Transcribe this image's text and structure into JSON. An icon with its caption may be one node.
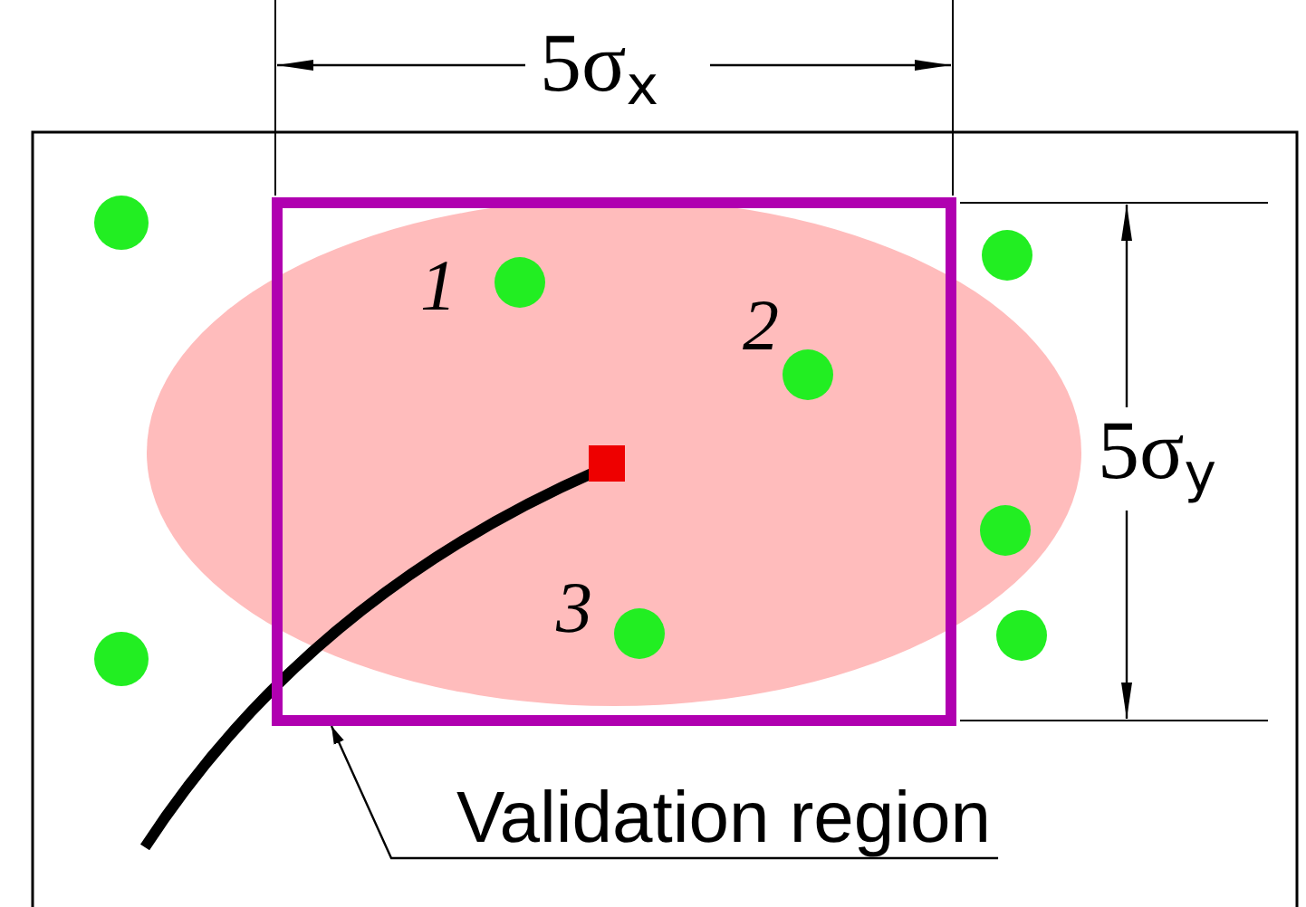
{
  "diagram": {
    "nodes": [
      {
        "text": [
          "Validation region"
        ]
      },
      {
        "text": [],
        "shape": "box"
      }
    ],
    "edges": [
      {
        "from": 0,
        "to": 1,
        "arrow": "to"
      }
    ],
    "labels": [
      "5σ$_{x}$",
      "5σ$_{y}$",
      "1",
      "2",
      "3"
    ]
  }
}
